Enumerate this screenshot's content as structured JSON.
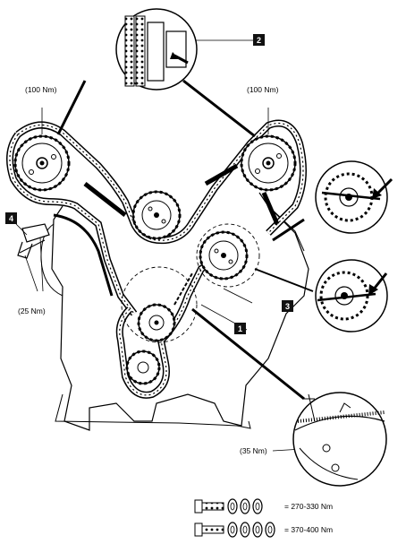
{
  "torque": {
    "left_cam": "(100 Nm)",
    "right_cam": "(100 Nm)",
    "tensioner_bolts": "(25 Nm)",
    "damper_bolt": "(35 Nm)"
  },
  "callouts": [
    "1",
    "2",
    "3",
    "4"
  ],
  "bolt_specs": [
    {
      "text": "= 270-330 Nm",
      "washers": 3
    },
    {
      "text": "= 370-400 Nm",
      "washers": 4
    }
  ],
  "colors": {
    "ink": "#000000",
    "paper": "#ffffff",
    "tag": "#111111"
  }
}
